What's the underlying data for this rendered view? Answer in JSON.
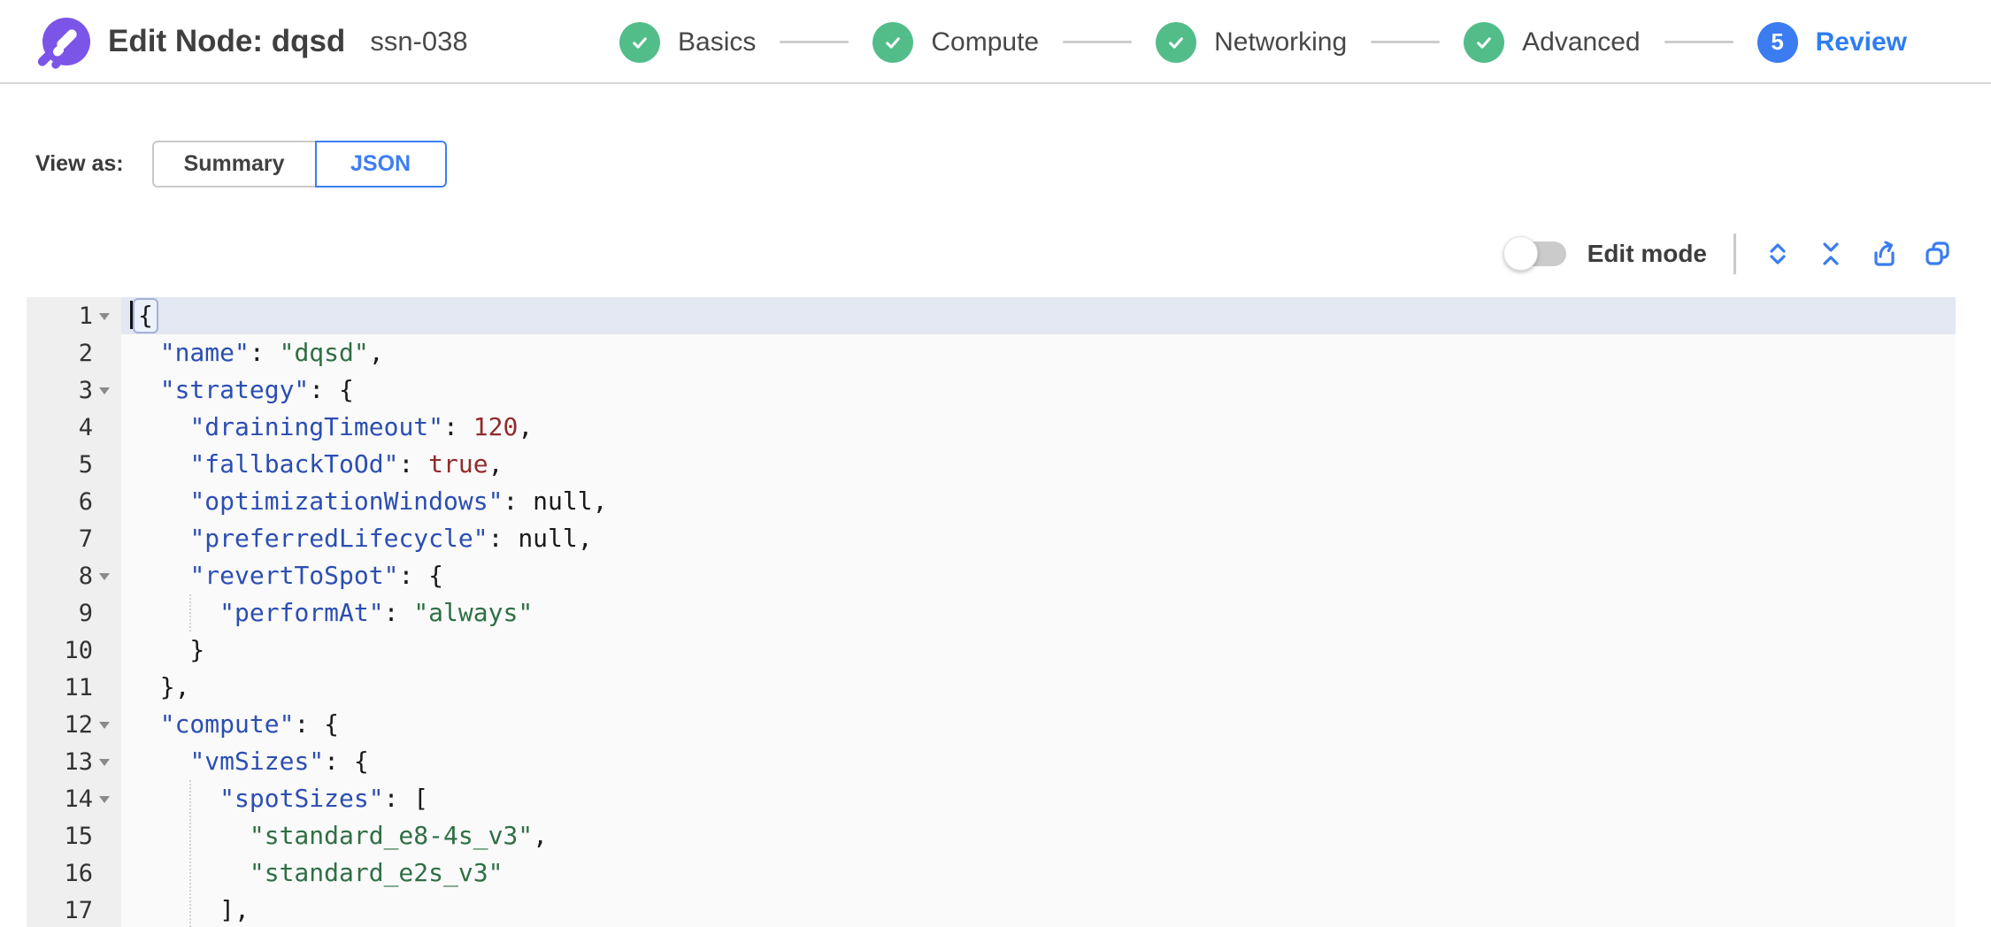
{
  "header": {
    "title": "Edit Node: dqsd",
    "subtitle": "ssn-038",
    "steps": [
      {
        "label": "Basics",
        "state": "done"
      },
      {
        "label": "Compute",
        "state": "done"
      },
      {
        "label": "Networking",
        "state": "done"
      },
      {
        "label": "Advanced",
        "state": "done"
      },
      {
        "label": "Review",
        "state": "active",
        "number": "5"
      }
    ]
  },
  "view_as": {
    "label": "View as:",
    "options": [
      {
        "label": "Summary",
        "selected": false
      },
      {
        "label": "JSON",
        "selected": true
      }
    ]
  },
  "toolbar": {
    "edit_mode_label": "Edit mode",
    "edit_mode_on": false,
    "icons": [
      {
        "name": "expand-all-icon"
      },
      {
        "name": "collapse-all-icon"
      },
      {
        "name": "export-icon"
      },
      {
        "name": "copy-icon"
      }
    ]
  },
  "editor": {
    "active_line": 1,
    "fold_lines": [
      1,
      3,
      8,
      12,
      13,
      14
    ],
    "lines": [
      {
        "n": 1,
        "tokens": [
          [
            "{",
            "pun"
          ]
        ]
      },
      {
        "n": 2,
        "tokens": [
          [
            "  ",
            "pun"
          ],
          [
            "\"name\"",
            "key"
          ],
          [
            ": ",
            "pun"
          ],
          [
            "\"dqsd\"",
            "str"
          ],
          [
            ",",
            "pun"
          ]
        ]
      },
      {
        "n": 3,
        "tokens": [
          [
            "  ",
            "pun"
          ],
          [
            "\"strategy\"",
            "key"
          ],
          [
            ": {",
            "pun"
          ]
        ]
      },
      {
        "n": 4,
        "tokens": [
          [
            "    ",
            "pun"
          ],
          [
            "\"drainingTimeout\"",
            "key"
          ],
          [
            ": ",
            "pun"
          ],
          [
            "120",
            "num"
          ],
          [
            ",",
            "pun"
          ]
        ]
      },
      {
        "n": 5,
        "tokens": [
          [
            "    ",
            "pun"
          ],
          [
            "\"fallbackToOd\"",
            "key"
          ],
          [
            ": ",
            "pun"
          ],
          [
            "true",
            "bool"
          ],
          [
            ",",
            "pun"
          ]
        ]
      },
      {
        "n": 6,
        "tokens": [
          [
            "    ",
            "pun"
          ],
          [
            "\"optimizationWindows\"",
            "key"
          ],
          [
            ": ",
            "pun"
          ],
          [
            "null",
            "nul"
          ],
          [
            ",",
            "pun"
          ]
        ]
      },
      {
        "n": 7,
        "tokens": [
          [
            "    ",
            "pun"
          ],
          [
            "\"preferredLifecycle\"",
            "key"
          ],
          [
            ": ",
            "pun"
          ],
          [
            "null",
            "nul"
          ],
          [
            ",",
            "pun"
          ]
        ]
      },
      {
        "n": 8,
        "tokens": [
          [
            "    ",
            "pun"
          ],
          [
            "\"revertToSpot\"",
            "key"
          ],
          [
            ": {",
            "pun"
          ]
        ]
      },
      {
        "n": 9,
        "tokens": [
          [
            "      ",
            "pun"
          ],
          [
            "\"performAt\"",
            "key"
          ],
          [
            ": ",
            "pun"
          ],
          [
            "\"always\"",
            "str"
          ]
        ]
      },
      {
        "n": 10,
        "tokens": [
          [
            "    }",
            "pun"
          ]
        ]
      },
      {
        "n": 11,
        "tokens": [
          [
            "  },",
            "pun"
          ]
        ]
      },
      {
        "n": 12,
        "tokens": [
          [
            "  ",
            "pun"
          ],
          [
            "\"compute\"",
            "key"
          ],
          [
            ": {",
            "pun"
          ]
        ]
      },
      {
        "n": 13,
        "tokens": [
          [
            "    ",
            "pun"
          ],
          [
            "\"vmSizes\"",
            "key"
          ],
          [
            ": {",
            "pun"
          ]
        ]
      },
      {
        "n": 14,
        "tokens": [
          [
            "      ",
            "pun"
          ],
          [
            "\"spotSizes\"",
            "key"
          ],
          [
            ": [",
            "pun"
          ]
        ]
      },
      {
        "n": 15,
        "tokens": [
          [
            "        ",
            "pun"
          ],
          [
            "\"standard_e8-4s_v3\"",
            "str"
          ],
          [
            ",",
            "pun"
          ]
        ]
      },
      {
        "n": 16,
        "tokens": [
          [
            "        ",
            "pun"
          ],
          [
            "\"standard_e2s_v3\"",
            "str"
          ]
        ]
      },
      {
        "n": 17,
        "tokens": [
          [
            "      ],",
            "pun"
          ]
        ]
      }
    ]
  },
  "colors": {
    "accent_blue": "#3b7cf0",
    "success_green": "#53bd8a",
    "logo_purple": "#7b55e8",
    "active_line_bg": "#e3e7f2",
    "gutter_bg": "#efefef",
    "editor_bg": "#fafafa",
    "syntax_key": "#2b4eb2",
    "syntax_string": "#2f6f44",
    "syntax_number": "#8f2c2b",
    "syntax_boolean": "#8f2c2b",
    "syntax_null": "#1a1a1a"
  }
}
